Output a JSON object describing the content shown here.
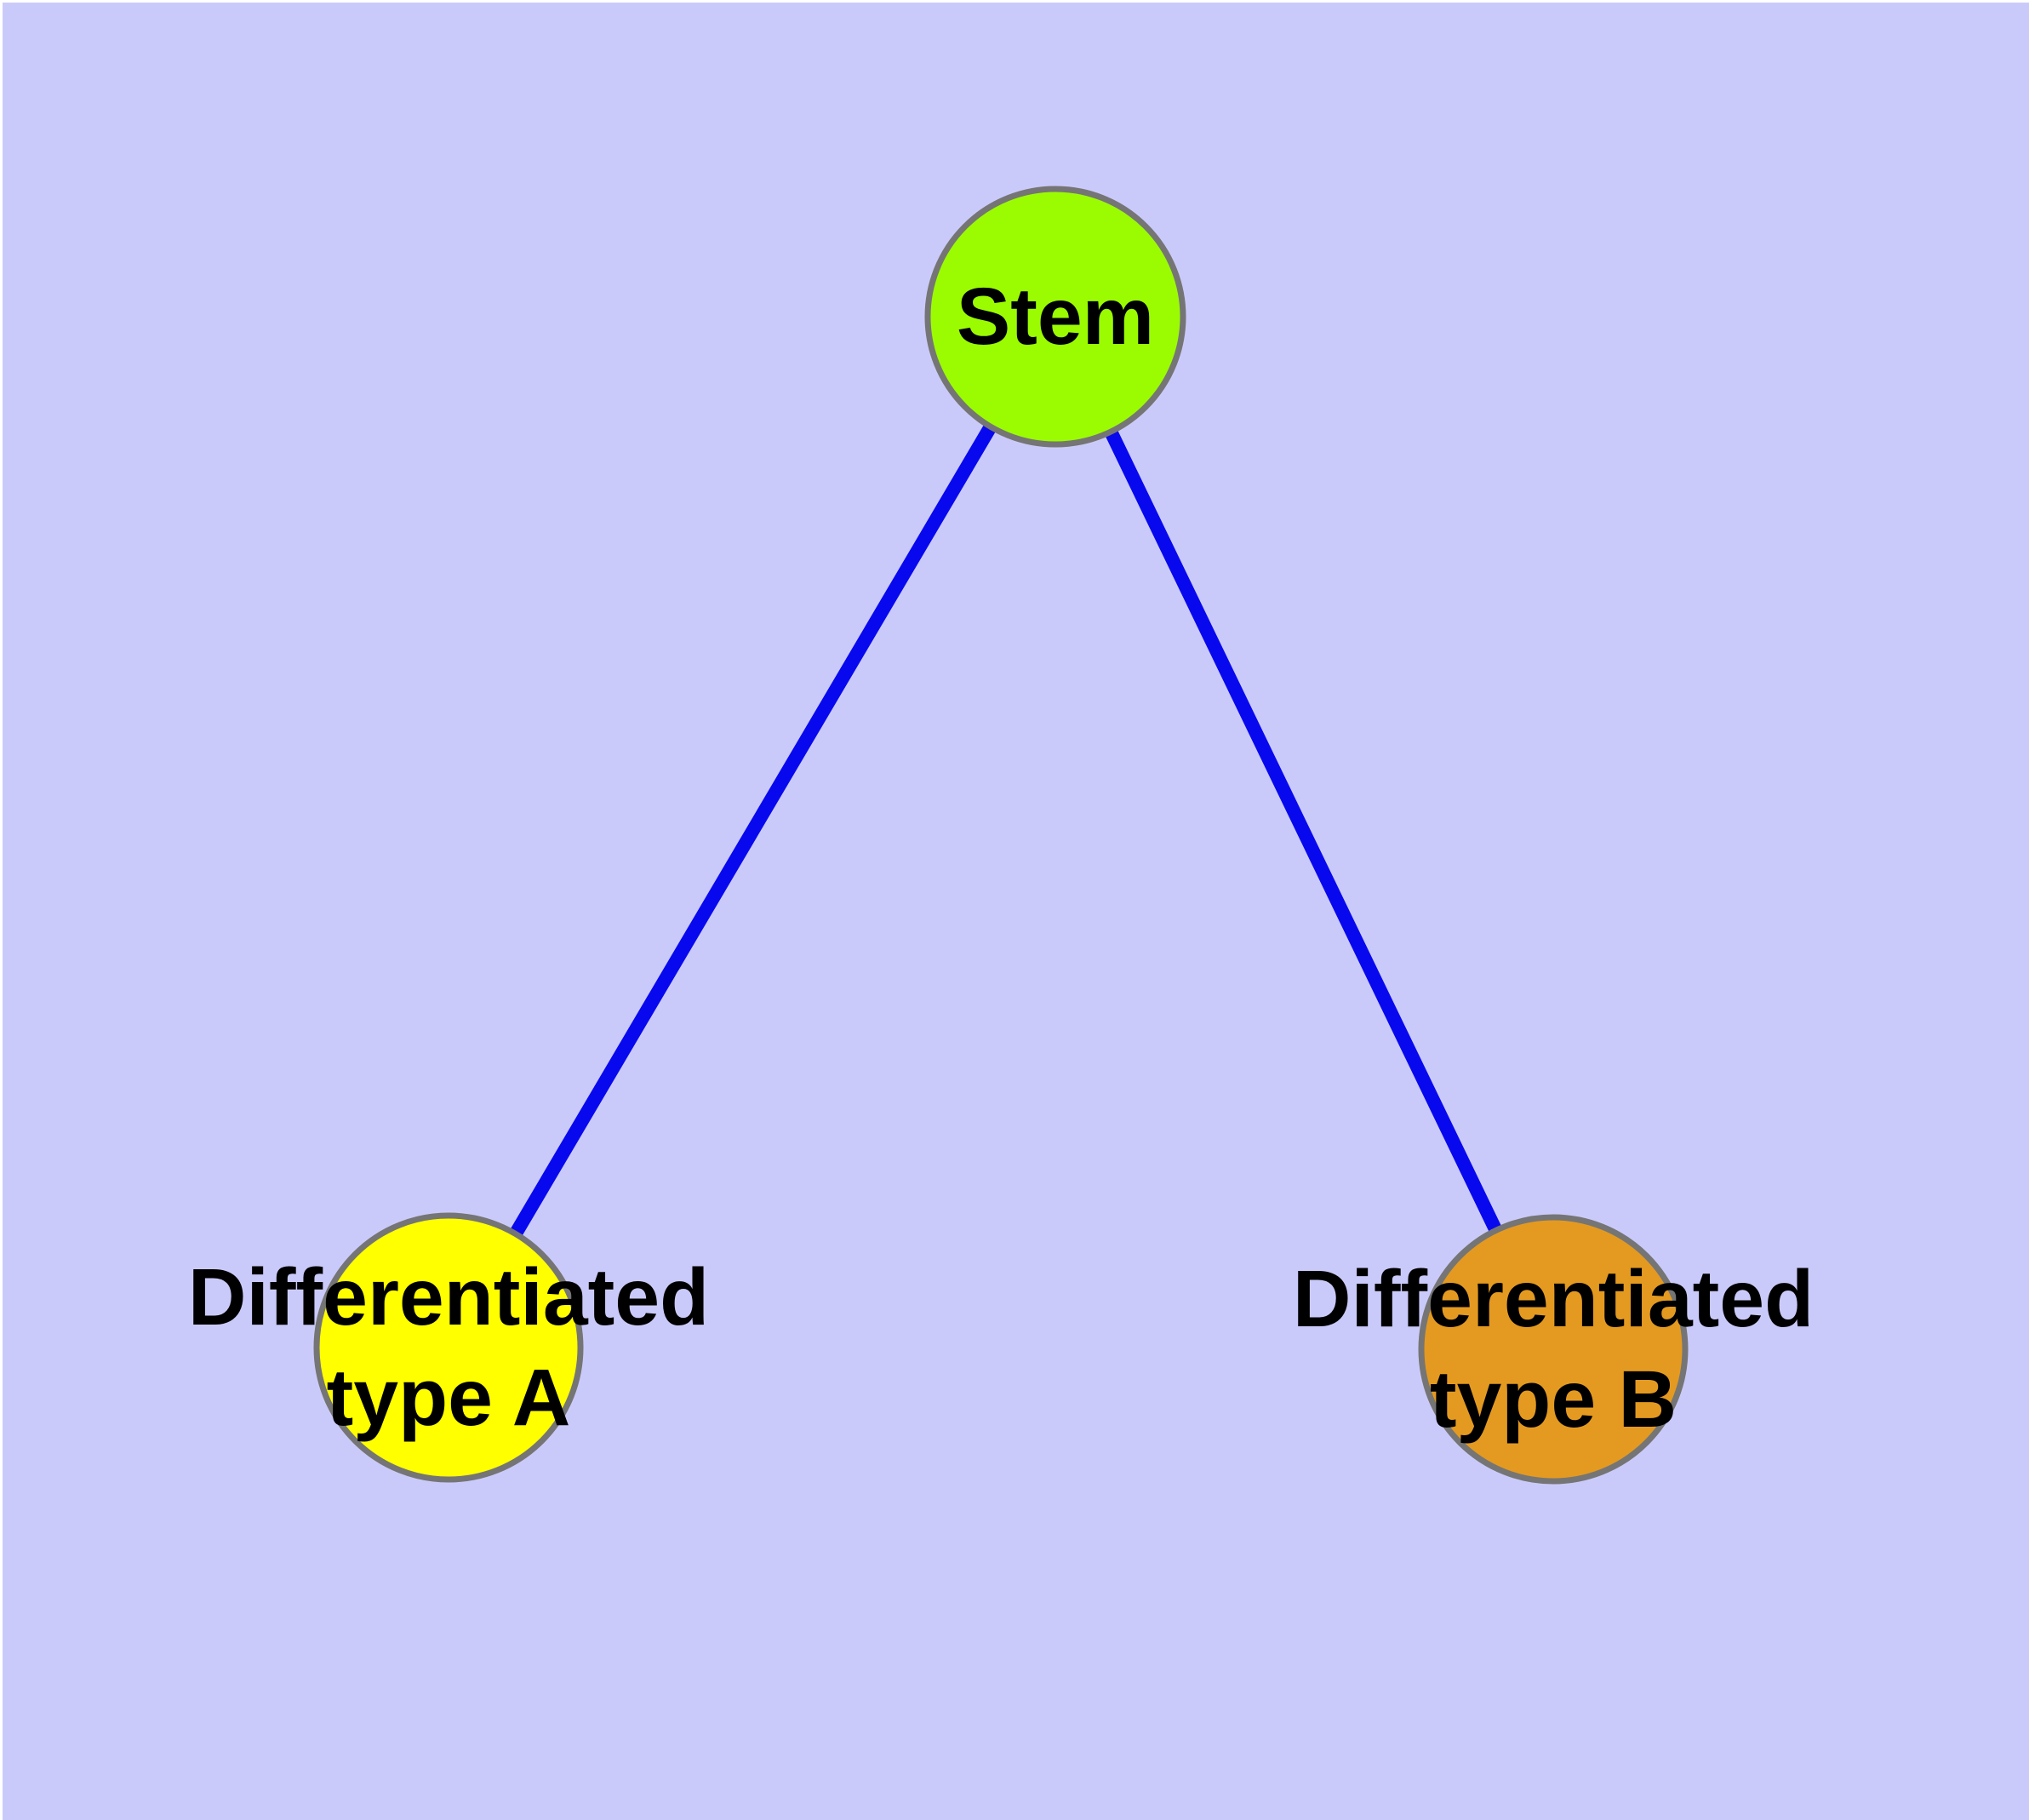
{
  "diagram": {
    "title": "cell differentiation graph",
    "background_color": "#CACAFA",
    "outer_margin_color": "#FFFFFF",
    "edge_color": "#0808EF",
    "node_border_color": "#757575",
    "label_color": "#000000",
    "nodes": {
      "stem": {
        "label": "Stem",
        "fill_color": "#9BFC02"
      },
      "type_a": {
        "label_line1": "Differentiated",
        "label_line2": "type A",
        "fill_color": "#FFFF00"
      },
      "type_b": {
        "label_line1": "Differentiated",
        "label_line2": "type B",
        "fill_color": "#E49A20"
      }
    },
    "edges": [
      {
        "from": "Stem",
        "to": "Differentiated type A"
      },
      {
        "from": "Stem",
        "to": "Differentiated type B"
      }
    ]
  }
}
